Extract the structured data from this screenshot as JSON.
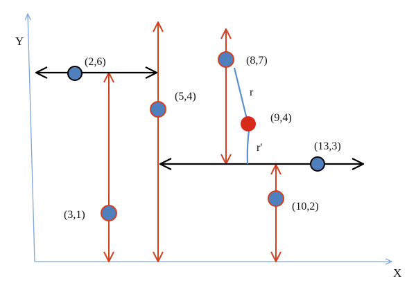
{
  "axes": {
    "x_label": "X",
    "y_label": "Y",
    "color": "#7ea6d8"
  },
  "colors": {
    "red_line": "#d2401f",
    "black_line": "#000000",
    "point_blue": "#4f7fbd",
    "point_red_ring": "#d2401f",
    "query_point": "#d82a1a",
    "distance_line": "#5b8fd0"
  },
  "points": [
    {
      "id": "p-2-6",
      "label": "(2,6)"
    },
    {
      "id": "p-5-4",
      "label": "(5,4)"
    },
    {
      "id": "p-8-7",
      "label": "(8,7)"
    },
    {
      "id": "p-3-1",
      "label": "(3,1)"
    },
    {
      "id": "p-10-2",
      "label": "(10,2)"
    },
    {
      "id": "p-13-3",
      "label": "(13,3)"
    }
  ],
  "query_point": {
    "label": "(9,4)"
  },
  "distances": [
    {
      "id": "r",
      "label": "r"
    },
    {
      "id": "r-prime",
      "label": "r'"
    }
  ]
}
